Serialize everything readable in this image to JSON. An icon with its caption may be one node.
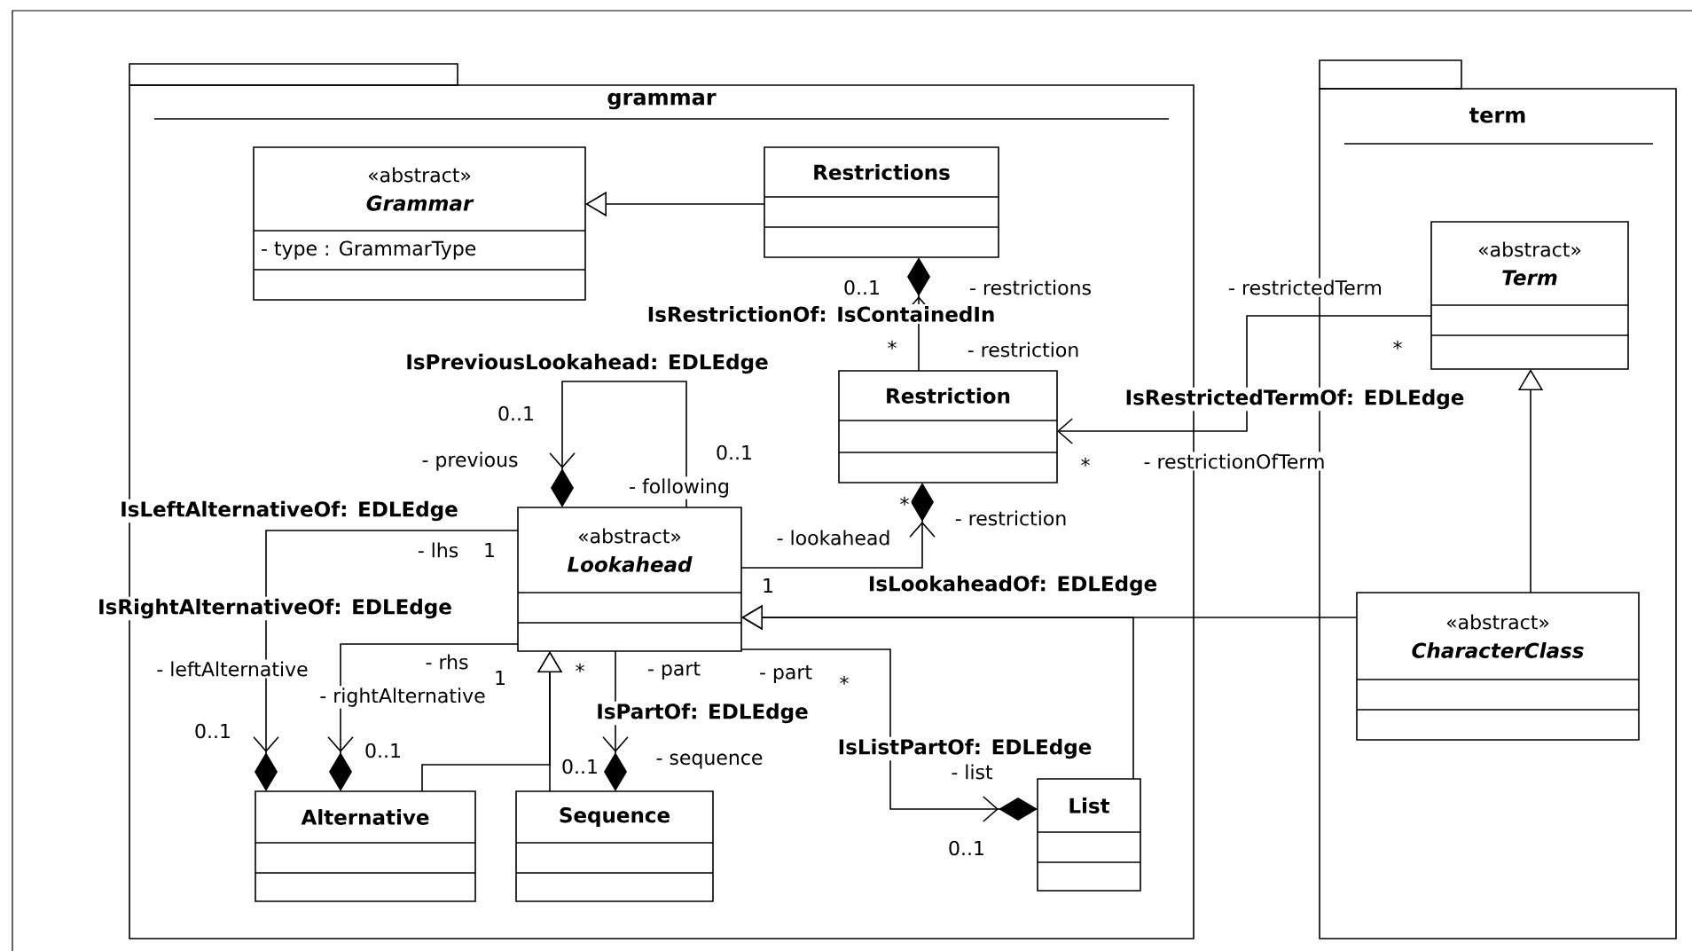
{
  "diagram": {
    "nodes": [
      {
        "text": [
          "grammar"
        ]
      },
      {
        "text": [
          "«abstract»",
          "Grammar",
          "- type : GrammarType"
        ],
        "in": 0
      },
      {
        "text": [
          "Restrictions"
        ],
        "in": 0
      },
      {
        "text": [
          "Restriction"
        ],
        "in": 0
      },
      {
        "text": [
          "«abstract»",
          "Lookahead"
        ],
        "in": 0
      },
      {
        "text": [
          "Alternative"
        ],
        "in": 0
      },
      {
        "text": [
          "Sequence"
        ],
        "in": 0
      },
      {
        "text": [
          "List"
        ],
        "in": 0
      },
      {
        "text": [
          "term"
        ]
      },
      {
        "text": [
          "«abstract»",
          "Term"
        ],
        "in": 8
      },
      {
        "text": [
          "«abstract»",
          "CharacterClass"
        ],
        "in": 8
      }
    ],
    "edges": [
      {
        "from": 2,
        "to": 1,
        "arrow": "to"
      },
      {
        "from": 3,
        "to": 2,
        "arrow": "to",
        "label": "IsRestrictionOf: IsContainedIn"
      },
      {
        "from": 9,
        "to": 3,
        "arrow": "to",
        "label": "IsRestrictedTermOf: EDLEdge"
      },
      {
        "from": 4,
        "to": 4,
        "arrow": "to",
        "label": "IsPreviousLookahead: EDLEdge"
      },
      {
        "from": 4,
        "to": 3,
        "arrow": "to",
        "label": "IsLookaheadOf: EDLEdge"
      },
      {
        "from": 4,
        "to": 5,
        "arrow": "to",
        "label": "IsLeftAlternativeOf: EDLEdge"
      },
      {
        "from": 4,
        "to": 5,
        "arrow": "to",
        "label": "IsRightAlternativeOf: EDLEdge"
      },
      {
        "from": 5,
        "to": 4,
        "arrow": "to"
      },
      {
        "from": 6,
        "to": 4,
        "arrow": "to"
      },
      {
        "from": 4,
        "to": 6,
        "arrow": "to",
        "label": "IsPartOf: EDLEdge"
      },
      {
        "from": 4,
        "to": 7,
        "arrow": "to",
        "label": "IsListPartOf: EDLEdge"
      },
      {
        "from": 10,
        "to": 4,
        "arrow": "to"
      },
      {
        "from": 7,
        "to": 4,
        "arrow": "to"
      },
      {
        "from": 10,
        "to": 9,
        "arrow": "to"
      }
    ],
    "labels": [
      "0..1",
      "- restrictions",
      "- restrictedTerm",
      "*",
      "- restriction",
      "*",
      "0..1",
      "*",
      "- restrictionOfTerm",
      "0..1",
      "- previous",
      "- following",
      "- restriction",
      "*",
      "- lhs",
      "1",
      "- lookahead",
      "1",
      "- leftAlternative",
      "- rhs",
      "1",
      "*",
      "- part",
      "- part",
      "*",
      "- rightAlternative",
      "0..1",
      "0..1",
      "0..1",
      "- sequence",
      "- list",
      "0..1"
    ]
  }
}
